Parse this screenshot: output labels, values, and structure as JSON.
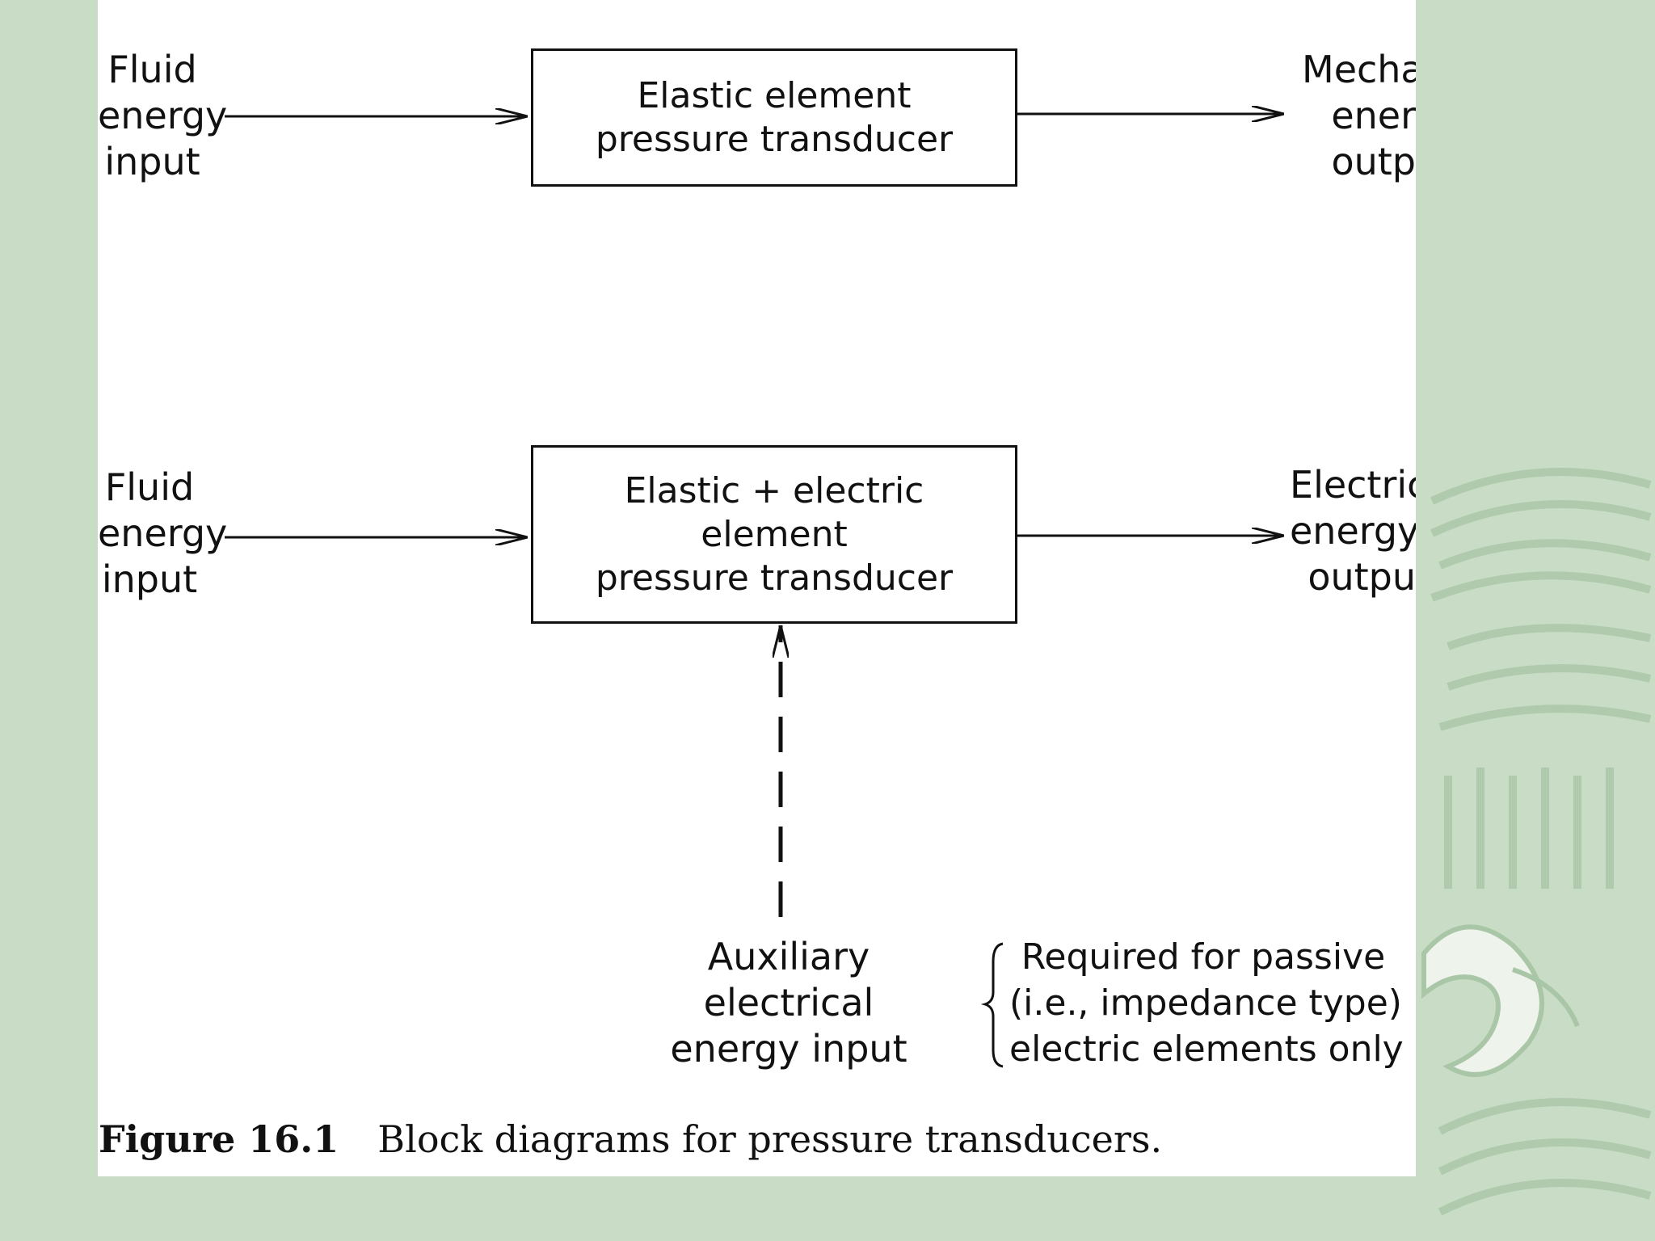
{
  "diagram": {
    "top": {
      "input": [
        "Fluid",
        "energy",
        "input"
      ],
      "block": [
        "Elastic element",
        "pressure transducer"
      ],
      "output": [
        "Mecha",
        "ener",
        "outp"
      ]
    },
    "bottom": {
      "input": [
        "Fluid",
        "energy",
        "input"
      ],
      "block": [
        "Elastic + electric",
        "element",
        "pressure transducer"
      ],
      "output": [
        "Electric",
        "energy",
        "outpu"
      ],
      "auxiliary": [
        "Auxiliary",
        "electrical",
        "energy input"
      ],
      "note": [
        "Required for passive",
        "(i.e., impedance type)",
        "electric elements only"
      ]
    }
  },
  "caption": {
    "number": "Figure 16.1",
    "text": "Block diagrams for pressure transducers."
  }
}
